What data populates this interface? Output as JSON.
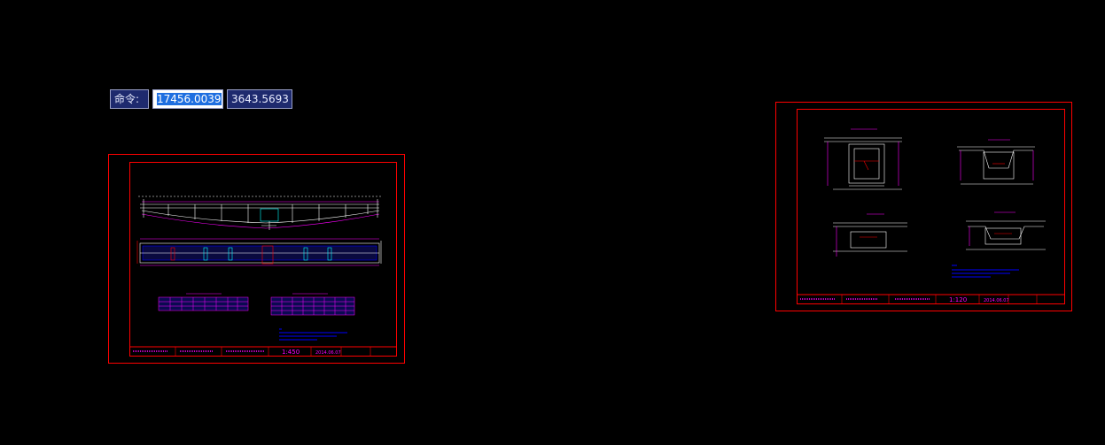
{
  "command_line": {
    "prompt_label": "命令:",
    "x_value": "17456.0039",
    "y_value": "3643.5693"
  },
  "sheet_left": {
    "title_block": {
      "scale": "1:450",
      "date": "2014.06.07"
    }
  },
  "sheet_right": {
    "title_block": {
      "scale": "1:120",
      "date": "2014.06.07"
    }
  },
  "colors": {
    "background": "#000000",
    "border": "#ff0000",
    "frame": "#ffffff",
    "dim": "#ff00ff",
    "annotation": "#0000ff",
    "structure": "#00ffff"
  }
}
